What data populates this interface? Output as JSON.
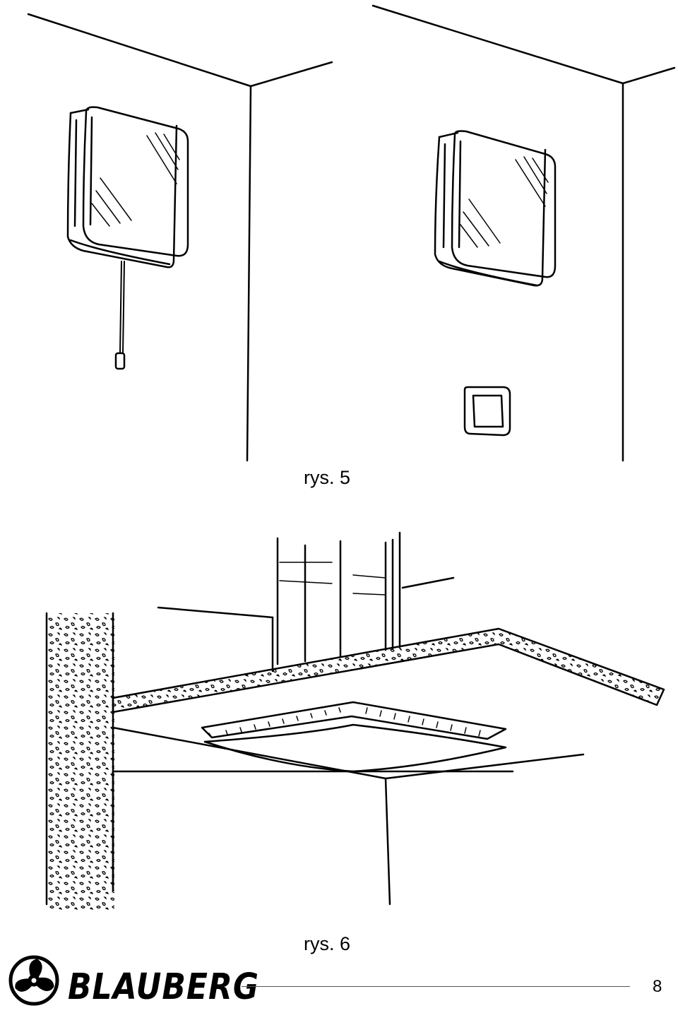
{
  "figures": [
    {
      "caption": "rys. 5"
    },
    {
      "caption": "rys. 6"
    }
  ],
  "footer": {
    "brand": "BLAUBERG",
    "page_number": "8"
  },
  "icons": {
    "logo": "fan-logo-icon",
    "pull_cord_fan": "wall-fan-with-cord-icon",
    "switch_fan": "wall-fan-with-switch-icon",
    "ceiling_fan": "ceiling-fan-icon"
  }
}
